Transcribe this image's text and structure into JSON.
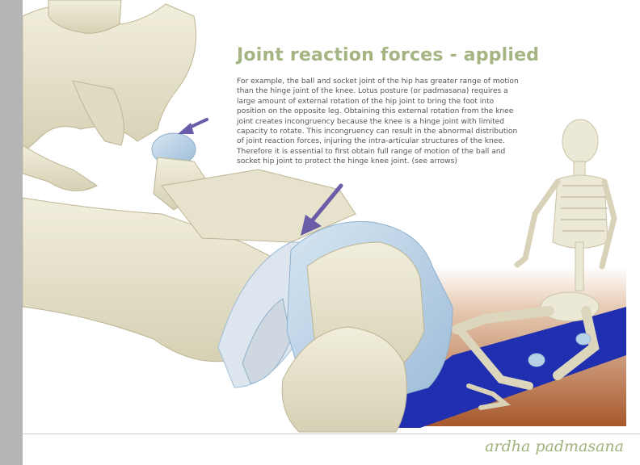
{
  "title": "Joint reaction forces - applied",
  "body": "For example, the ball and socket joint of the hip has greater range of motion than the hinge joint of the knee. Lotus posture (or padmasana) requires a large amount of external rotation of the hip joint to bring the foot into position on the opposite leg. Obtaining this external rotation from the knee joint creates incongruency because the knee is a hinge joint with limited capacity to rotate. This incongruency can result in the abnormal distribution of joint reaction forces, injuring the intra-articular structures of the knee.  Therefore it is essential to first obtain full range of motion of the ball and socket hip joint to protect the hinge knee joint. (see arrows)",
  "caption": "ardha padmasana",
  "colors": {
    "title": "#a4b583",
    "caption": "#9fb27b",
    "bone": "#e8e4cf",
    "cartilage": "#b7d1e6",
    "arrow": "#6a5ca8",
    "mat": "#1f2fb0",
    "floor": "#a85a2e",
    "side_bar": "#b5b5b5"
  }
}
